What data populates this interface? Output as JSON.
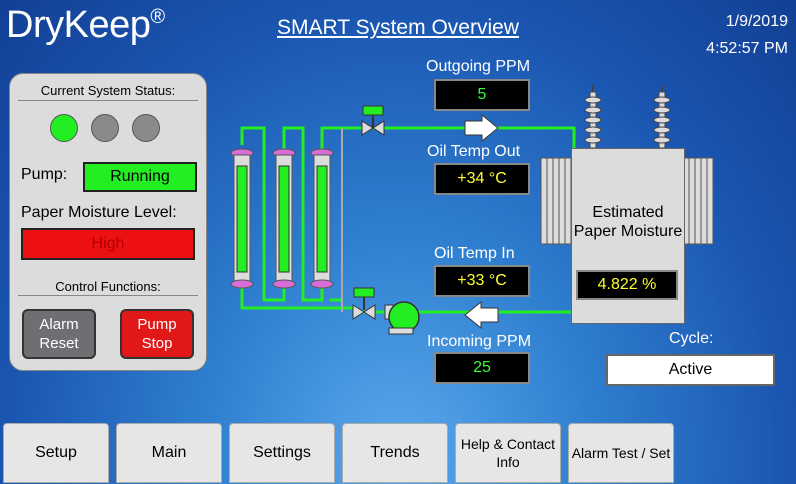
{
  "header": {
    "brand": "DryKeep",
    "brand_mark": "®",
    "title": "SMART System Overview",
    "date": "1/9/2019",
    "time": "4:52:57 PM"
  },
  "status_panel": {
    "heading": "Current System Status:",
    "leds": [
      {
        "name": "status-led-1",
        "color": "#22ee22"
      },
      {
        "name": "status-led-2",
        "color": "#8a8a8a"
      },
      {
        "name": "status-led-3",
        "color": "#8a8a8a"
      }
    ],
    "pump_label": "Pump:",
    "pump_value": "Running",
    "moisture_label": "Paper Moisture Level:",
    "moisture_value": "High",
    "control_heading": "Control Functions:",
    "alarm_reset": "Alarm Reset",
    "pump_stop": "Pump Stop"
  },
  "readings": {
    "outgoing_ppm_label": "Outgoing PPM",
    "outgoing_ppm_value": "5",
    "oil_temp_out_label": "Oil Temp Out",
    "oil_temp_out_value": "+34 °C",
    "oil_temp_in_label": "Oil Temp In",
    "oil_temp_in_value": "+33 °C",
    "incoming_ppm_label": "Incoming PPM",
    "incoming_ppm_value": "25"
  },
  "transformer": {
    "label": "Estimated Paper Moisture",
    "value": "4.822 %"
  },
  "cycle": {
    "label": "Cycle:",
    "value": "Active"
  },
  "nav": [
    "Setup",
    "Main",
    "Settings",
    "Trends",
    "Help & Contact Info",
    "Alarm Test / Set"
  ],
  "colors": {
    "pipe": "#22ee22",
    "running": "#22ee22",
    "high": "#ee1111",
    "background": "#1a55b0"
  }
}
